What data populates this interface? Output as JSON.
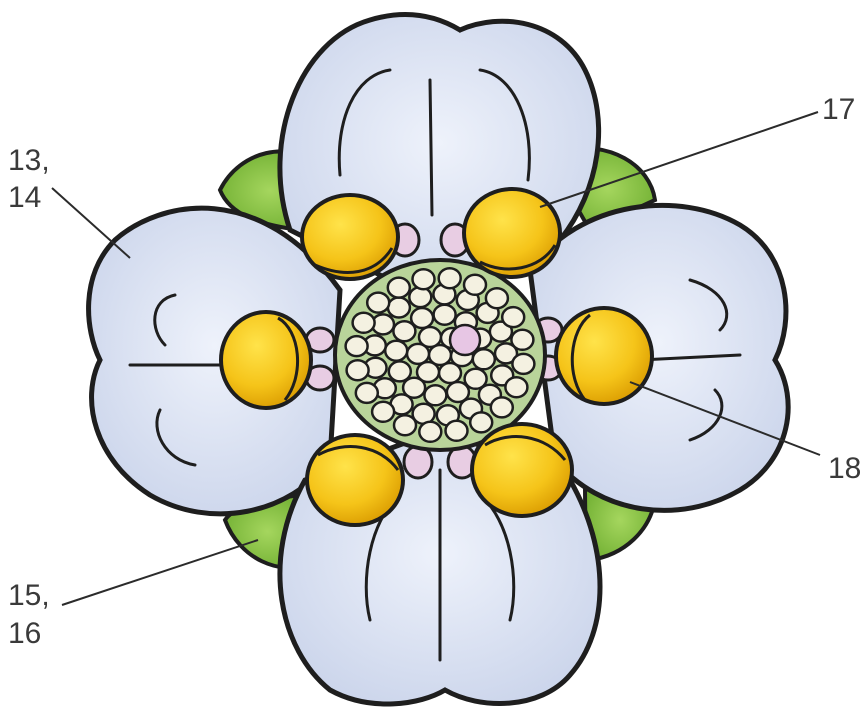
{
  "diagram": {
    "labels": [
      {
        "id": "13-14",
        "lines": [
          "13,",
          "14"
        ]
      },
      {
        "id": "15-16",
        "lines": [
          "15,",
          "16"
        ]
      },
      {
        "id": "17",
        "lines": [
          "17"
        ]
      },
      {
        "id": "18",
        "lines": [
          "18"
        ]
      }
    ]
  },
  "colors": {
    "petal": "#dfe6f5",
    "petal_shade": "#c2cce6",
    "outline": "#1e1e1e",
    "sepal": "#8bc34a",
    "sepal_dark": "#6da33a",
    "anther": "#f2c21a",
    "anther_shade": "#e0a500",
    "filament": "#e8cde3",
    "receptacle": "#b9d49a",
    "pistil": "#f4f1e1",
    "pistil_pink": "#e7c6e4"
  }
}
